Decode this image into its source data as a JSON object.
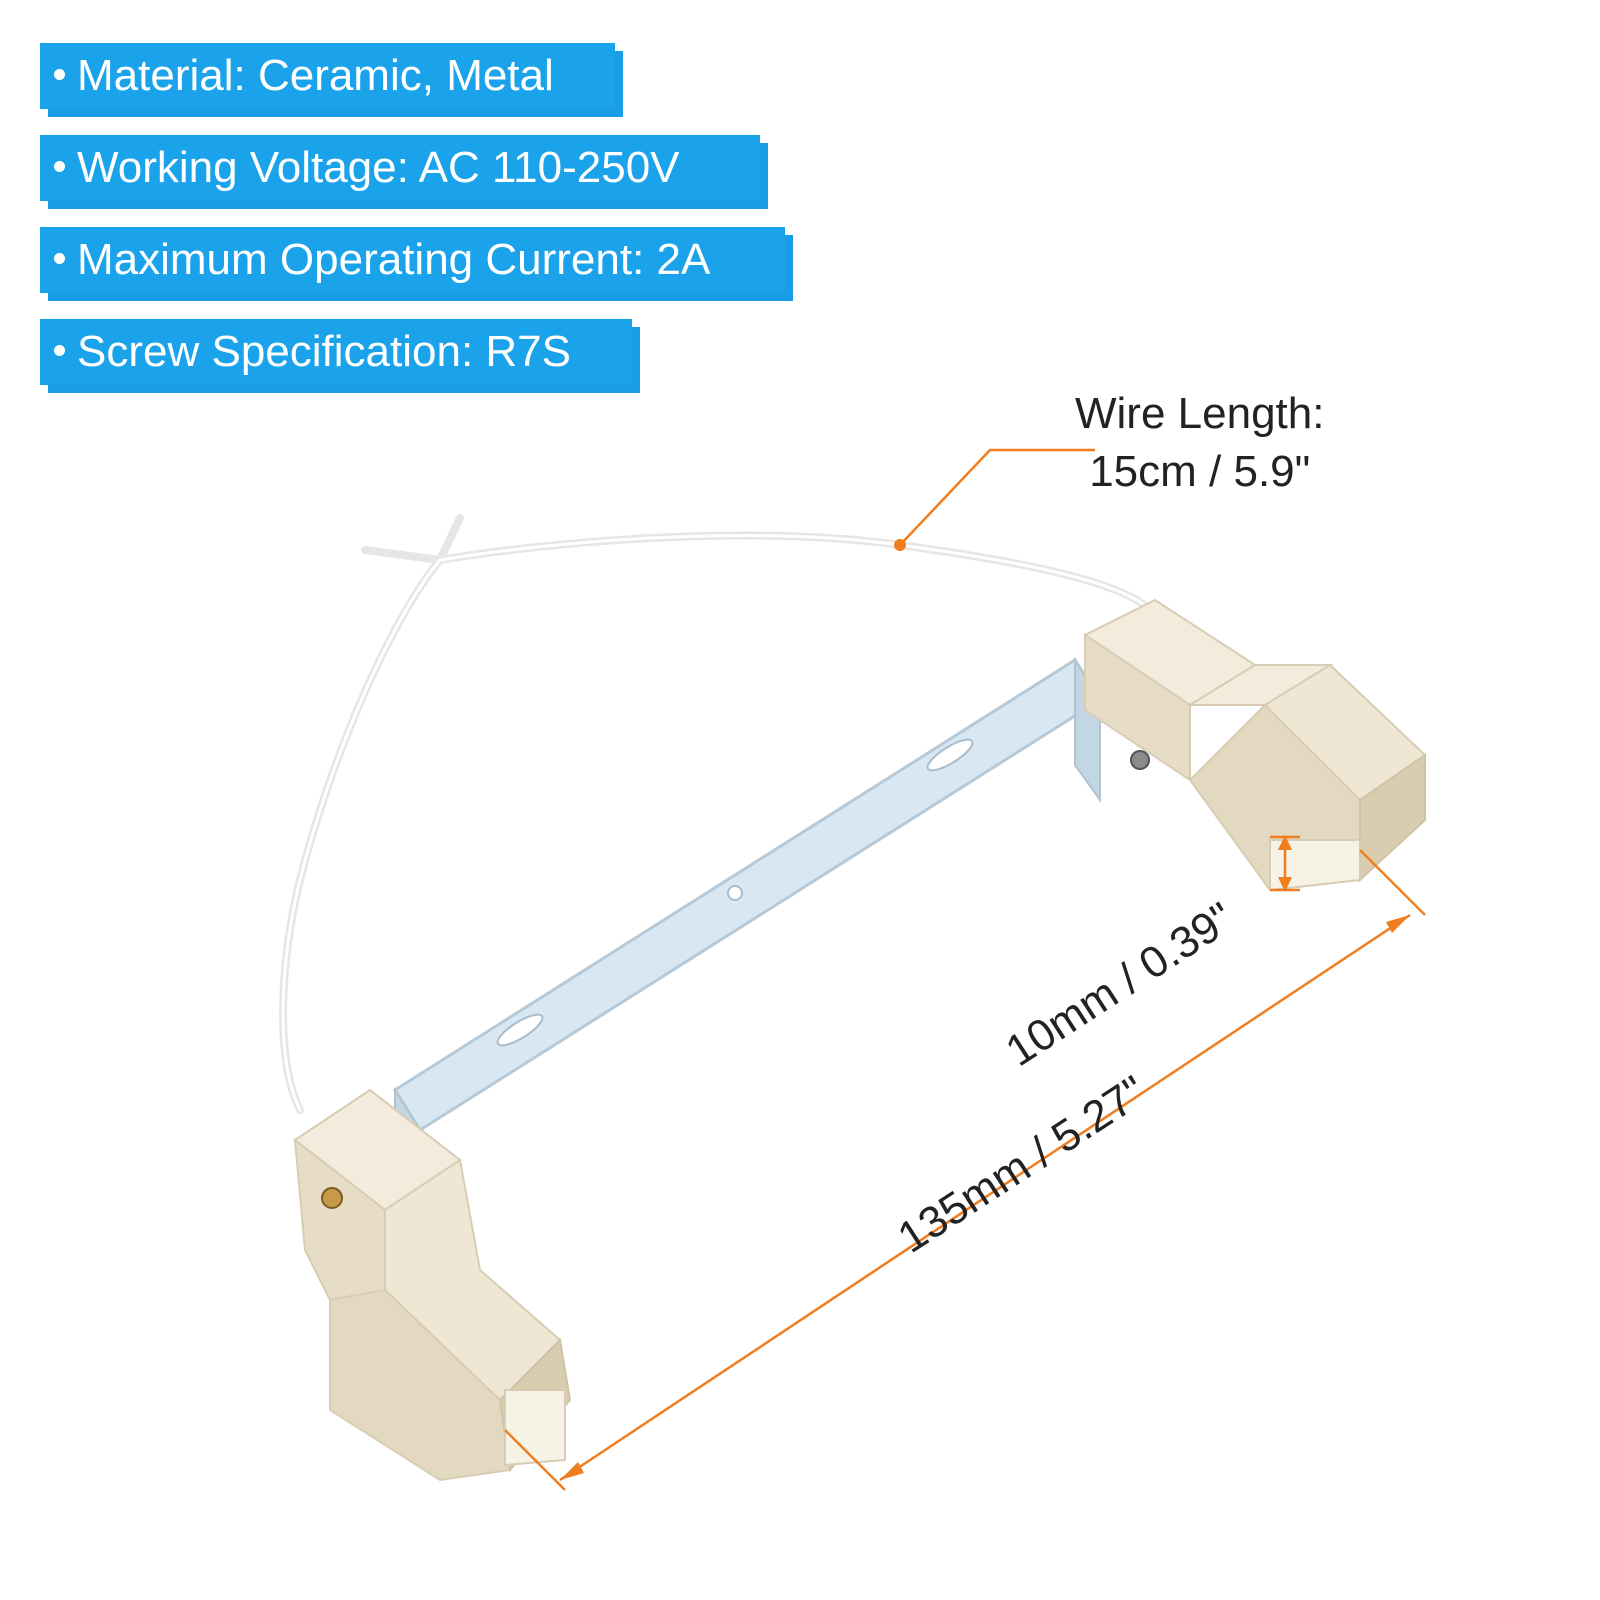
{
  "specs": [
    {
      "label": "Material: Ceramic, Metal"
    },
    {
      "label": "Working Voltage: AC 110-250V"
    },
    {
      "label": "Maximum Operating Current: 2A"
    },
    {
      "label": "Screw Specification: R7S"
    }
  ],
  "annotations": {
    "wire_length_line1": "Wire Length:",
    "wire_length_line2": "15cm / 5.9\"",
    "height_dimension": "10mm / 0.39\"",
    "length_dimension": "135mm / 5.27\""
  },
  "colors": {
    "banner_blue": "#1aa3ea",
    "dimension_orange": "#f07d1e",
    "ceramic": "#ece4d2",
    "metal": "#d8e7f2"
  }
}
